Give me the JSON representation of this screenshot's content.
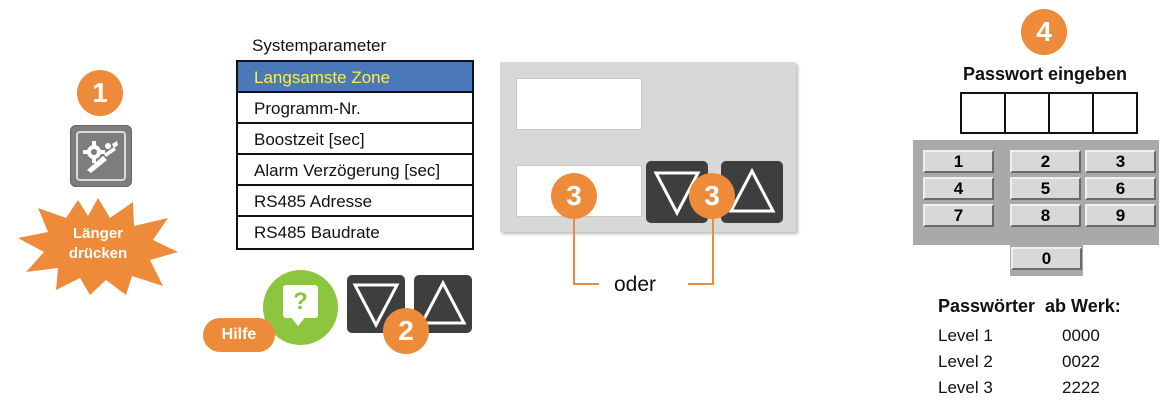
{
  "badges": {
    "step1": "1",
    "step2": "2",
    "step3a": "3",
    "step3b": "3",
    "step4": "4"
  },
  "long_press": {
    "line1": "Länger",
    "line2": "drücken"
  },
  "menu": {
    "title": "Systemparameter",
    "items": [
      {
        "label": "Langsamste Zone",
        "active": true
      },
      {
        "label": "Programm-Nr."
      },
      {
        "label": "Boostzeit [sec]"
      },
      {
        "label": "Alarm Verzögerung [sec]"
      },
      {
        "label": "RS485 Adresse"
      },
      {
        "label": "RS485 Baudrate"
      }
    ]
  },
  "help": {
    "symbol": "?",
    "label": "Hilfe"
  },
  "connector": {
    "label": "oder"
  },
  "password": {
    "title": "Passwort eingeben",
    "keys": [
      "1",
      "2",
      "3",
      "4",
      "5",
      "6",
      "7",
      "8",
      "9",
      "0"
    ],
    "list_title": "Passwörter  ab Werk:",
    "levels": [
      {
        "name": "Level 1",
        "value": "0000"
      },
      {
        "name": "Level 2",
        "value": "0022"
      },
      {
        "name": "Level 3",
        "value": "2222"
      }
    ]
  },
  "colors": {
    "accent": "#ee8b3a",
    "help_green": "#8cc63f",
    "selection": "#4a78b8",
    "selection_text": "#ffef3a"
  },
  "icons": {
    "tool": "settings-tool-icon",
    "down": "arrow-down-icon",
    "up": "arrow-up-icon"
  }
}
